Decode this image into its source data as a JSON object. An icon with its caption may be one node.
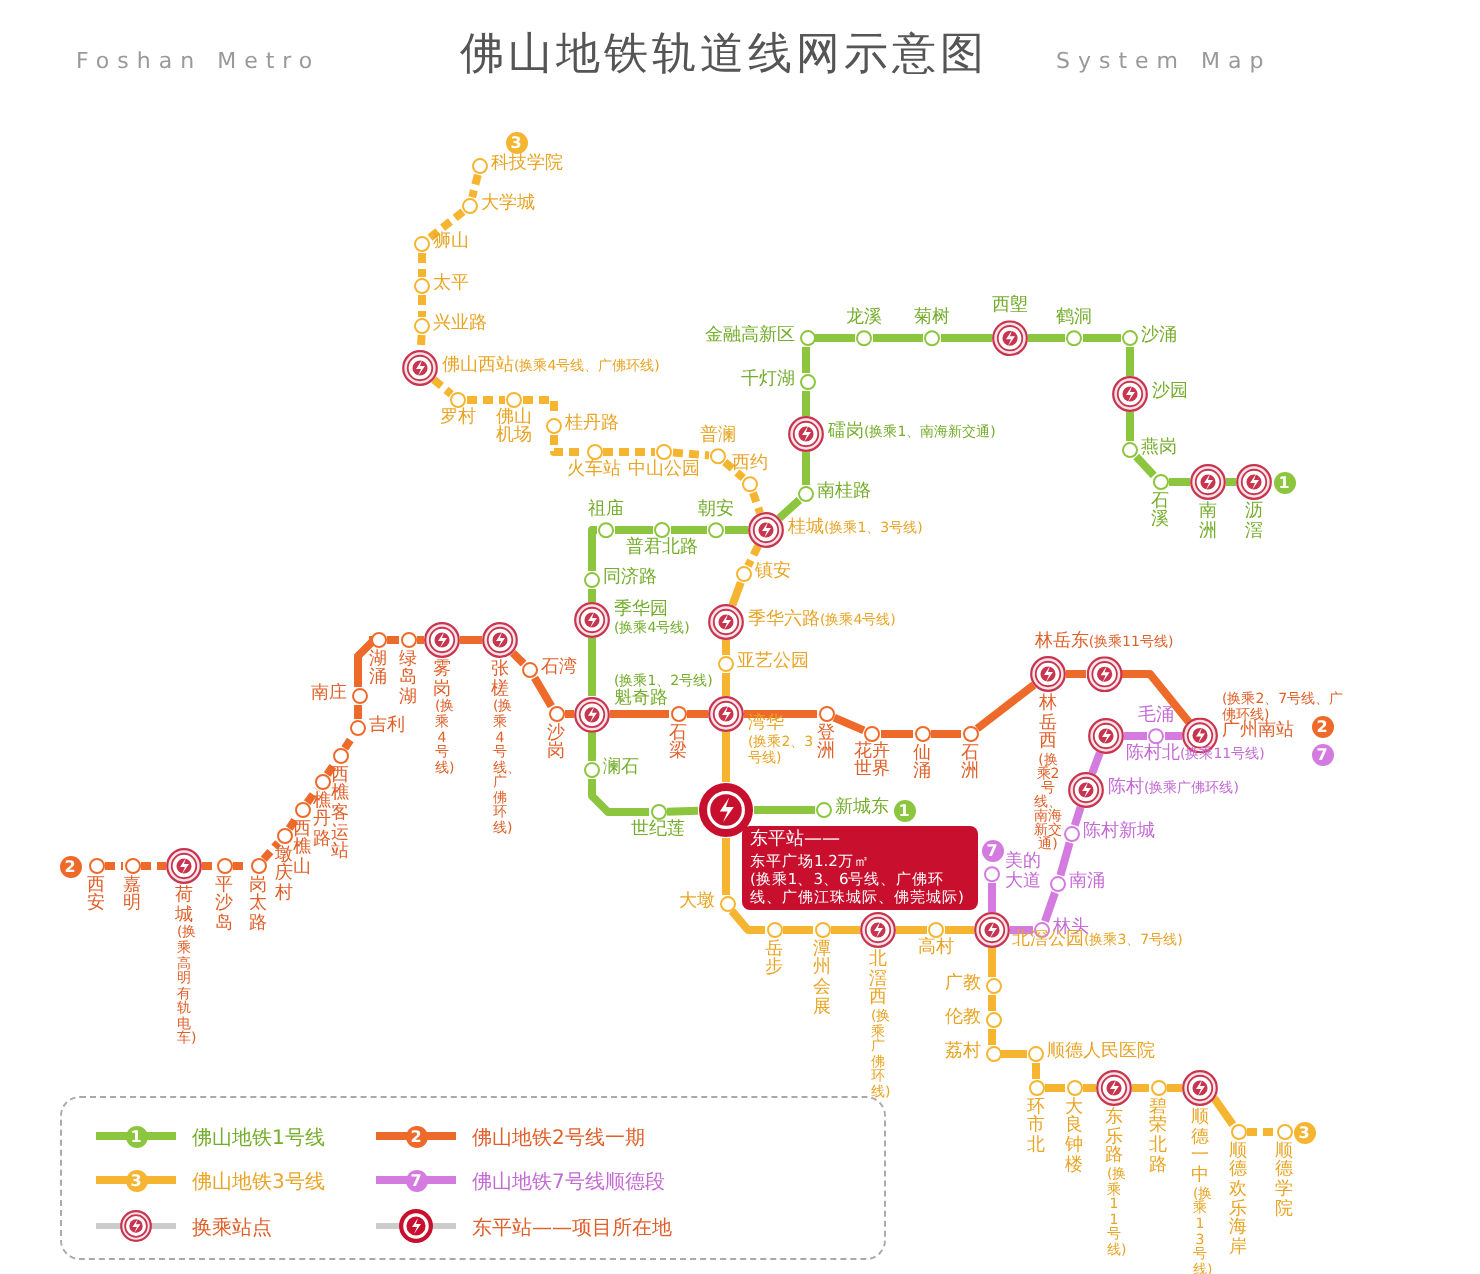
{
  "diagram": {
    "title": "佛山地铁轨道线网示意图",
    "nodes": [
      {
        "text": [
          "科技学院"
        ]
      },
      {
        "text": [
          "大学城"
        ]
      },
      {
        "text": [
          "狮山"
        ]
      },
      {
        "text": [
          "太平"
        ]
      },
      {
        "text": [
          "兴业路"
        ]
      },
      {
        "text": [
          "佛山西站",
          "(换乘4号线、广佛环线)"
        ]
      },
      {
        "text": [
          "罗村"
        ]
      },
      {
        "text": [
          "佛山机场"
        ]
      },
      {
        "text": [
          "桂丹路"
        ]
      },
      {
        "text": [
          "火车站"
        ]
      },
      {
        "text": [
          "中山公园"
        ]
      },
      {
        "text": [
          "普澜"
        ]
      },
      {
        "text": [
          "西约"
        ]
      },
      {
        "text": [
          "金融高新区"
        ]
      },
      {
        "text": [
          "龙溪"
        ]
      },
      {
        "text": [
          "菊树"
        ]
      },
      {
        "text": [
          "西塱"
        ]
      },
      {
        "text": [
          "鹤洞"
        ]
      },
      {
        "text": [
          "沙涌"
        ]
      },
      {
        "text": [
          "沙园"
        ]
      },
      {
        "text": [
          "燕岗"
        ]
      },
      {
        "text": [
          "石溪"
        ]
      },
      {
        "text": [
          "南洲"
        ]
      },
      {
        "text": [
          "沥滘"
        ]
      },
      {
        "text": [
          "千灯湖"
        ]
      },
      {
        "text": [
          "礌岗",
          "(换乘1、南海新交通)"
        ]
      },
      {
        "text": [
          "南桂路"
        ]
      },
      {
        "text": [
          "桂城",
          "(换乘1、3号线)"
        ]
      },
      {
        "text": [
          "朝安"
        ]
      },
      {
        "text": [
          "普君北路"
        ]
      },
      {
        "text": [
          "祖庙"
        ]
      },
      {
        "text": [
          "同济路"
        ]
      },
      {
        "text": [
          "季华园",
          "(换乘4号线)"
        ]
      },
      {
        "text": [
          "(换乘1、2号线)",
          "魁奇路"
        ]
      },
      {
        "text": [
          "澜石"
        ]
      },
      {
        "text": [
          "世纪莲"
        ]
      },
      {
        "text": [],
        "shape": "circle"
      },
      {
        "text": [
          "新城东"
        ]
      },
      {
        "text": [
          "镇安"
        ]
      },
      {
        "text": [
          "季华六路",
          "(换乘4号线)"
        ]
      },
      {
        "text": [
          "亚艺公园"
        ]
      },
      {
        "text": [
          "湾华",
          "(换乘2、3号线)"
        ]
      },
      {
        "text": [
          "西安"
        ]
      },
      {
        "text": [
          "嘉明"
        ]
      },
      {
        "text": [
          "荷城",
          "(换乘高明有轨电车)"
        ]
      },
      {
        "text": [
          "平沙岛"
        ]
      },
      {
        "text": [
          "岗太路"
        ]
      },
      {
        "text": [
          "墩庆村"
        ]
      },
      {
        "text": [
          "西樵山"
        ]
      },
      {
        "text": [
          "樵丹路"
        ]
      },
      {
        "text": [
          "西樵客运站"
        ]
      },
      {
        "text": [
          "吉利"
        ]
      },
      {
        "text": [
          "南庄"
        ]
      },
      {
        "text": [
          "湖涌"
        ]
      },
      {
        "text": [
          "绿岛湖"
        ]
      },
      {
        "text": [
          "雾岗",
          "(换乘4号线)"
        ]
      },
      {
        "text": [
          "张槎",
          "(换乘4号线、广佛环线)"
        ]
      },
      {
        "text": [
          "石湾"
        ]
      },
      {
        "text": [
          "沙岗"
        ]
      },
      {
        "text": [
          "石梁"
        ]
      },
      {
        "text": [
          "登洲"
        ]
      },
      {
        "text": [
          "花卉世界"
        ]
      },
      {
        "text": [
          "仙涌"
        ]
      },
      {
        "text": [
          "石洲"
        ]
      },
      {
        "text": [
          "林岳西",
          "(换乘2号线、南海新交通)"
        ]
      },
      {
        "text": [
          "林岳东",
          "(换乘11号线)"
        ]
      },
      {
        "text": [
          "(换乘2、7号线、广佛环线)",
          "广州南站"
        ]
      },
      {
        "text": [
          "毛涌"
        ]
      },
      {
        "text": [
          "陈村北",
          "(换乘11号线)"
        ]
      },
      {
        "text": [
          "陈村",
          "(换乘广佛环线)"
        ]
      },
      {
        "text": [
          "陈村新城"
        ]
      },
      {
        "text": [
          "南涌"
        ]
      },
      {
        "text": [
          "林头"
        ]
      },
      {
        "text": [
          "美的大道"
        ]
      },
      {
        "text": [
          "大墩"
        ]
      },
      {
        "text": [
          "岳步"
        ]
      },
      {
        "text": [
          "潭州会展"
        ]
      },
      {
        "text": [
          "北滘西",
          "(换乘广佛环线)"
        ]
      },
      {
        "text": [
          "高村"
        ]
      },
      {
        "text": [
          "北滘公园",
          "(换乘3、7号线)"
        ]
      },
      {
        "text": [
          "广教"
        ]
      },
      {
        "text": [
          "伦教"
        ]
      },
      {
        "text": [
          "荔村"
        ]
      },
      {
        "text": [
          "顺德人民医院"
        ]
      },
      {
        "text": [
          "环市北"
        ]
      },
      {
        "text": [
          "大良钟楼"
        ]
      },
      {
        "text": [
          "东乐路",
          "(换乘11号线)"
        ]
      },
      {
        "text": [
          "碧荣北路"
        ]
      },
      {
        "text": [
          "顺德一中",
          "(换乘13号线)"
        ]
      },
      {
        "text": [
          "顺德欢乐海岸"
        ]
      },
      {
        "text": [
          "顺德学院"
        ]
      },
      {
        "text": [
          "东平站——",
          "东平广场1.2万㎡",
          "(换乘1、3、6号线、广佛环线、广佛江珠城际、佛莞城际)"
        ]
      }
    ],
    "edges": [
      {
        "from": 0,
        "to": 1,
        "arrow": "none",
        "style": "dashed",
        "color": "#f6b531"
      },
      {
        "from": 1,
        "to": 2,
        "arrow": "none",
        "style": "dashed",
        "color": "#f6b531"
      },
      {
        "from": 2,
        "to": 3,
        "arrow": "none",
        "style": "dashed",
        "color": "#f6b531"
      },
      {
        "from": 3,
        "to": 4,
        "arrow": "none",
        "style": "dashed",
        "color": "#f6b531"
      },
      {
        "from": 4,
        "to": 5,
        "arrow": "none",
        "style": "dashed",
        "color": "#f6b531"
      },
      {
        "from": 5,
        "to": 6,
        "arrow": "none",
        "style": "dashed",
        "color": "#f6b531"
      },
      {
        "from": 6,
        "to": 7,
        "arrow": "none",
        "style": "dashed",
        "color": "#f6b531"
      },
      {
        "from": 7,
        "to": 8,
        "arrow": "none",
        "style": "dashed",
        "color": "#f6b531"
      },
      {
        "from": 8,
        "to": 9,
        "arrow": "none",
        "style": "dashed",
        "color": "#f6b531"
      },
      {
        "from": 9,
        "to": 10,
        "arrow": "none",
        "style": "dashed",
        "color": "#f6b531"
      },
      {
        "from": 10,
        "to": 11,
        "arrow": "none",
        "style": "dashed",
        "color": "#f6b531"
      },
      {
        "from": 11,
        "to": 12,
        "arrow": "none",
        "style": "dashed",
        "color": "#f6b531"
      },
      {
        "from": 12,
        "to": 27,
        "arrow": "none",
        "style": "dashed",
        "color": "#f6b531"
      },
      {
        "from": 27,
        "to": 38,
        "arrow": "none",
        "style": "dashed",
        "color": "#f6b531"
      },
      {
        "from": 38,
        "to": 39,
        "arrow": "none",
        "color": "#f6b531"
      },
      {
        "from": 39,
        "to": 40,
        "arrow": "none",
        "color": "#f6b531"
      },
      {
        "from": 40,
        "to": 41,
        "arrow": "none",
        "color": "#f6b531"
      },
      {
        "from": 41,
        "to": 36,
        "arrow": "none",
        "color": "#f6b531"
      },
      {
        "from": 36,
        "to": 74,
        "arrow": "none",
        "color": "#f6b531"
      },
      {
        "from": 74,
        "to": 75,
        "arrow": "none",
        "color": "#f6b531"
      },
      {
        "from": 75,
        "to": 76,
        "arrow": "none",
        "color": "#f6b531"
      },
      {
        "from": 76,
        "to": 77,
        "arrow": "none",
        "color": "#f6b531"
      },
      {
        "from": 77,
        "to": 78,
        "arrow": "none",
        "color": "#f6b531"
      },
      {
        "from": 78,
        "to": 79,
        "arrow": "none",
        "color": "#f6b531"
      },
      {
        "from": 79,
        "to": 80,
        "arrow": "none",
        "color": "#f6b531"
      },
      {
        "from": 80,
        "to": 81,
        "arrow": "none",
        "color": "#f6b531"
      },
      {
        "from": 81,
        "to": 82,
        "arrow": "none",
        "color": "#f6b531"
      },
      {
        "from": 82,
        "to": 83,
        "arrow": "none",
        "color": "#f6b531"
      },
      {
        "from": 83,
        "to": 84,
        "arrow": "none",
        "color": "#f6b531"
      },
      {
        "from": 84,
        "to": 85,
        "arrow": "none",
        "color": "#f6b531"
      },
      {
        "from": 85,
        "to": 86,
        "arrow": "none",
        "color": "#f6b531"
      },
      {
        "from": 86,
        "to": 87,
        "arrow": "none",
        "color": "#f6b531"
      },
      {
        "from": 87,
        "to": 88,
        "arrow": "none",
        "color": "#f6b531"
      },
      {
        "from": 88,
        "to": 89,
        "arrow": "none",
        "color": "#f6b531"
      },
      {
        "from": 89,
        "to": 90,
        "arrow": "none",
        "style": "dashed",
        "color": "#f6b531"
      },
      {
        "from": 23,
        "to": 22,
        "arrow": "none",
        "color": "#8cc63f"
      },
      {
        "from": 22,
        "to": 21,
        "arrow": "none",
        "color": "#8cc63f"
      },
      {
        "from": 21,
        "to": 20,
        "arrow": "none",
        "color": "#8cc63f"
      },
      {
        "from": 20,
        "to": 19,
        "arrow": "none",
        "color": "#8cc63f"
      },
      {
        "from": 19,
        "to": 18,
        "arrow": "none",
        "color": "#8cc63f"
      },
      {
        "from": 18,
        "to": 17,
        "arrow": "none",
        "color": "#8cc63f"
      },
      {
        "from": 17,
        "to": 16,
        "arrow": "none",
        "color": "#8cc63f"
      },
      {
        "from": 16,
        "to": 15,
        "arrow": "none",
        "color": "#8cc63f"
      },
      {
        "from": 15,
        "to": 14,
        "arrow": "none",
        "color": "#8cc63f"
      },
      {
        "from": 14,
        "to": 13,
        "arrow": "none",
        "color": "#8cc63f"
      },
      {
        "from": 13,
        "to": 24,
        "arrow": "none",
        "color": "#8cc63f"
      },
      {
        "from": 24,
        "to": 25,
        "arrow": "none",
        "color": "#8cc63f"
      },
      {
        "from": 25,
        "to": 26,
        "arrow": "none",
        "color": "#8cc63f"
      },
      {
        "from": 26,
        "to": 27,
        "arrow": "none",
        "color": "#8cc63f"
      },
      {
        "from": 27,
        "to": 28,
        "arrow": "none",
        "color": "#8cc63f"
      },
      {
        "from": 28,
        "to": 29,
        "arrow": "none",
        "color": "#8cc63f"
      },
      {
        "from": 29,
        "to": 30,
        "arrow": "none",
        "color": "#8cc63f"
      },
      {
        "from": 30,
        "to": 31,
        "arrow": "none",
        "color": "#8cc63f"
      },
      {
        "from": 31,
        "to": 32,
        "arrow": "none",
        "color": "#8cc63f"
      },
      {
        "from": 32,
        "to": 33,
        "arrow": "none",
        "color": "#8cc63f"
      },
      {
        "from": 33,
        "to": 34,
        "arrow": "none",
        "color": "#8cc63f"
      },
      {
        "from": 34,
        "to": 35,
        "arrow": "none",
        "color": "#8cc63f"
      },
      {
        "from": 35,
        "to": 36,
        "arrow": "none",
        "color": "#8cc63f"
      },
      {
        "from": 36,
        "to": 37,
        "arrow": "none",
        "color": "#8cc63f"
      },
      {
        "from": 42,
        "to": 43,
        "arrow": "none",
        "style": "dashed",
        "color": "#ee6a2a"
      },
      {
        "from": 43,
        "to": 44,
        "arrow": "none",
        "style": "dashed",
        "color": "#ee6a2a"
      },
      {
        "from": 44,
        "to": 45,
        "arrow": "none",
        "style": "dashed",
        "color": "#ee6a2a"
      },
      {
        "from": 45,
        "to": 46,
        "arrow": "none",
        "style": "dashed",
        "color": "#ee6a2a"
      },
      {
        "from": 46,
        "to": 47,
        "arrow": "none",
        "style": "dashed",
        "color": "#ee6a2a"
      },
      {
        "from": 47,
        "to": 48,
        "arrow": "none",
        "style": "dashed",
        "color": "#ee6a2a"
      },
      {
        "from": 48,
        "to": 49,
        "arrow": "none",
        "style": "dashed",
        "color": "#ee6a2a"
      },
      {
        "from": 49,
        "to": 50,
        "arrow": "none",
        "style": "dashed",
        "color": "#ee6a2a"
      },
      {
        "from": 50,
        "to": 51,
        "arrow": "none",
        "style": "dashed",
        "color": "#ee6a2a"
      },
      {
        "from": 51,
        "to": 52,
        "arrow": "none",
        "color": "#ee6a2a"
      },
      {
        "from": 52,
        "to": 53,
        "arrow": "none",
        "color": "#ee6a2a"
      },
      {
        "from": 53,
        "to": 54,
        "arrow": "none",
        "color": "#ee6a2a"
      },
      {
        "from": 54,
        "to": 55,
        "arrow": "none",
        "color": "#ee6a2a"
      },
      {
        "from": 55,
        "to": 56,
        "arrow": "none",
        "color": "#ee6a2a"
      },
      {
        "from": 56,
        "to": 57,
        "arrow": "none",
        "color": "#ee6a2a"
      },
      {
        "from": 57,
        "to": 58,
        "arrow": "none",
        "color": "#ee6a2a"
      },
      {
        "from": 58,
        "to": 33,
        "arrow": "none",
        "color": "#ee6a2a"
      },
      {
        "from": 33,
        "to": 59,
        "arrow": "none",
        "color": "#ee6a2a"
      },
      {
        "from": 59,
        "to": 41,
        "arrow": "none",
        "color": "#ee6a2a"
      },
      {
        "from": 41,
        "to": 60,
        "arrow": "none",
        "color": "#ee6a2a"
      },
      {
        "from": 60,
        "to": 61,
        "arrow": "none",
        "color": "#ee6a2a"
      },
      {
        "from": 61,
        "to": 62,
        "arrow": "none",
        "color": "#ee6a2a"
      },
      {
        "from": 62,
        "to": 63,
        "arrow": "none",
        "color": "#ee6a2a"
      },
      {
        "from": 63,
        "to": 64,
        "arrow": "none",
        "color": "#ee6a2a"
      },
      {
        "from": 64,
        "to": 65,
        "arrow": "none",
        "color": "#ee6a2a"
      },
      {
        "from": 65,
        "to": 66,
        "arrow": "none",
        "color": "#ee6a2a"
      },
      {
        "from": 79,
        "to": 72,
        "arrow": "none",
        "color": "#d47be0"
      },
      {
        "from": 72,
        "to": 71,
        "arrow": "none",
        "color": "#d47be0"
      },
      {
        "from": 71,
        "to": 70,
        "arrow": "none",
        "color": "#d47be0"
      },
      {
        "from": 70,
        "to": 69,
        "arrow": "none",
        "color": "#d47be0"
      },
      {
        "from": 69,
        "to": 68,
        "arrow": "none",
        "color": "#d47be0"
      },
      {
        "from": 68,
        "to": 67,
        "arrow": "none",
        "color": "#d47be0"
      },
      {
        "from": 67,
        "to": 66,
        "arrow": "none",
        "color": "#d47be0"
      },
      {
        "from": 73,
        "to": 79,
        "arrow": "none",
        "color": "#d47be0"
      }
    ],
    "labels": [
      "Foshan Metro",
      "System Map",
      "3",
      "1",
      "2",
      "7",
      "1",
      "7",
      "2",
      "1",
      "2",
      "3",
      "3",
      "7"
    ],
    "legend": [
      {
        "text": "佛山地铁1号线",
        "color": "#8cc63f"
      },
      {
        "text": "佛山地铁2号线一期",
        "color": "#ee6a2a"
      },
      {
        "text": "佛山地铁3号线",
        "color": "#f6b531"
      },
      {
        "text": "佛山地铁7号线顺德段",
        "color": "#d47be0"
      },
      {
        "text": "换乘站点"
      },
      {
        "text": "东平站——项目所在地"
      }
    ]
  }
}
